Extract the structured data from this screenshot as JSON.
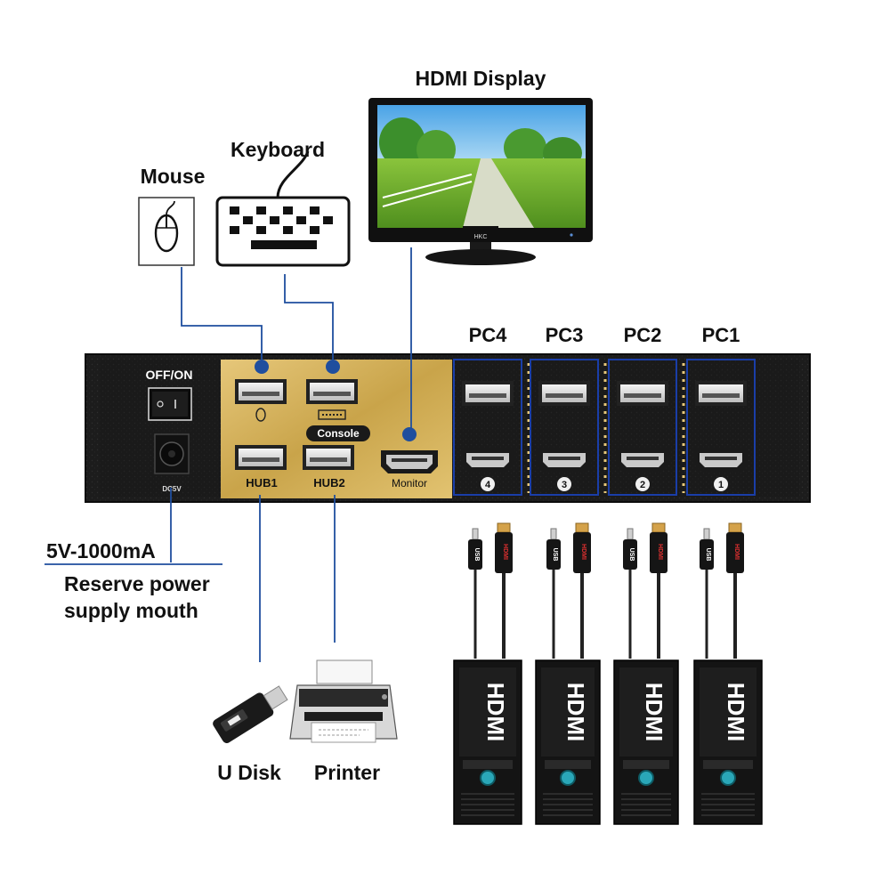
{
  "labels": {
    "hdmi_display": "HDMI Display",
    "keyboard": "Keyboard",
    "mouse": "Mouse",
    "monitor_brand": "HKC",
    "off_on": "OFF/ON",
    "console": "Console",
    "monitor_port": "Monitor",
    "hub1": "HUB1",
    "hub2": "HUB2",
    "dc_label": "DC5V",
    "power_spec": "5V-1000mA",
    "reserve_power_line1": "Reserve power",
    "reserve_power_line2": "supply mouth",
    "u_disk": "U Disk",
    "printer": "Printer",
    "cable_usb": "USB",
    "cable_hdmi": "HDMI",
    "pc_tower": "HDMI"
  },
  "pcs": [
    {
      "label": "PC4",
      "number": "4"
    },
    {
      "label": "PC3",
      "number": "3"
    },
    {
      "label": "PC2",
      "number": "2"
    },
    {
      "label": "PC1",
      "number": "1"
    }
  ],
  "colors": {
    "connector_line": "#1f4e9e",
    "panel_dark": "#1a1a1a",
    "console_gold": "#d8b45a",
    "pc_box_border": "#1a3ea8"
  }
}
